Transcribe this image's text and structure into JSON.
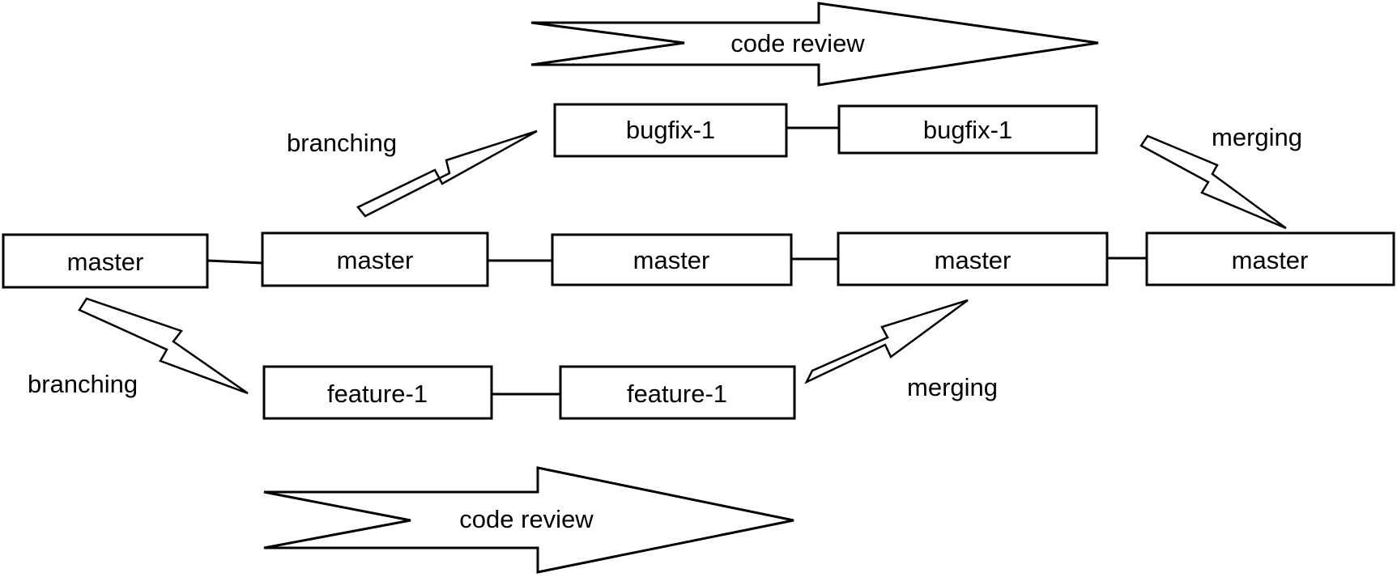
{
  "nodes": {
    "master_1": "master",
    "master_2": "master",
    "master_3": "master",
    "master_4": "master",
    "master_5": "master",
    "bugfix_1": "bugfix-1",
    "bugfix_2": "bugfix-1",
    "feature_1": "feature-1",
    "feature_2": "feature-1"
  },
  "labels": {
    "branching_top": "branching",
    "branching_bottom": "branching",
    "merging_top": "merging",
    "merging_bottom": "merging",
    "code_review_top": "code review",
    "code_review_bottom": "code review"
  },
  "colors": {
    "stroke": "#000000",
    "fill": "#ffffff"
  }
}
